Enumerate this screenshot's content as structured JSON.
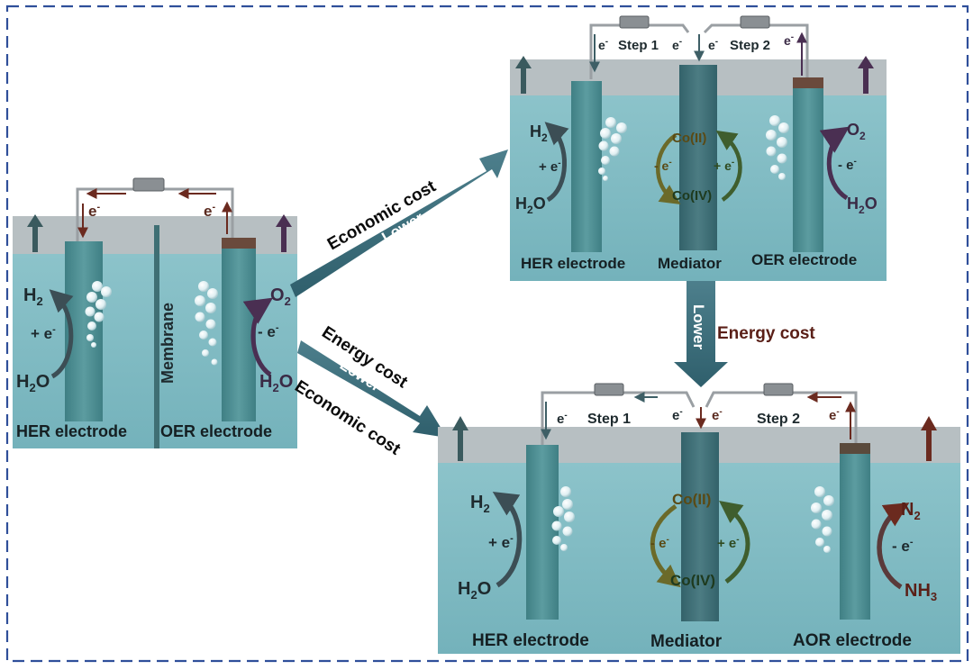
{
  "colors": {
    "frame_dash": "#2f4f9a",
    "water": "#7fbcc4",
    "water_dark": "#6aa9b3",
    "air": "#b4bcbf",
    "electrode": "#4e8e92",
    "electrode_cap": "#6a4a3c",
    "mediator": "#3e6d73",
    "wire": "#9a9fa3",
    "arrow_big": "#3f6f7c",
    "electron_red": "#6b2a1f",
    "oer_purple": "#4a2f52",
    "co_olive": "#6b6a2a",
    "co_green": "#3f5e2e"
  },
  "panel_a": {
    "electron_left": "e",
    "electron_right": "e",
    "membrane": "Membrane",
    "h2": "H",
    "h2_sub": "2",
    "plus_e": "+ e",
    "h2o_left": "H",
    "h2o_left_sub": "2",
    "h2o_left_tail": "O",
    "o2": "O",
    "o2_sub": "2",
    "minus_e": "- e",
    "h2o_right": "H",
    "h2o_right_sub": "2",
    "h2o_right_tail": "O",
    "her_label": "HER electrode",
    "oer_label": "OER electrode"
  },
  "panel_b": {
    "e_left": "e",
    "step1": "Step 1",
    "e_mid_left": "e",
    "e_mid_right": "e",
    "step2": "Step 2",
    "e_right": "e",
    "h2": "H",
    "h2_sub": "2",
    "plus_e_left": "+ e",
    "h2o": "H",
    "h2o_sub": "2",
    "h2o_tail": "O",
    "co2": "Co(II)",
    "minus_e_mid": "- e",
    "plus_e_mid": "+ e",
    "co4": "Co(IV)",
    "o2": "O",
    "o2_sub": "2",
    "minus_e_right": "- e",
    "h2o_right": "H",
    "h2o_right_sub": "2",
    "h2o_right_tail": "O",
    "her_label": "HER electrode",
    "mediator_label": "Mediator",
    "oer_label": "OER electrode"
  },
  "panel_c": {
    "e_left": "e",
    "step1": "Step 1",
    "e_mid_left": "e",
    "e_mid_right": "e",
    "step2": "Step 2",
    "e_right": "e",
    "h2": "H",
    "h2_sub": "2",
    "plus_e_left": "+ e",
    "h2o": "H",
    "h2o_sub": "2",
    "h2o_tail": "O",
    "co2": "Co(II)",
    "minus_e_mid": "- e",
    "plus_e_mid": "+ e",
    "co4": "Co(IV)",
    "n2": "N",
    "n2_sub": "2",
    "minus_e_right": "- e",
    "nh3": "NH",
    "nh3_sub": "3",
    "her_label": "HER electrode",
    "mediator_label": "Mediator",
    "aor_label": "AOR electrode"
  },
  "arrows": {
    "upper_cost": "Economic cost",
    "upper_lower": "Lower",
    "lower_energy": "Energy cost",
    "lower_lower": "Lower",
    "lower_economic": "Economic cost",
    "vertical_lower": "Lower",
    "vertical_energy": "Energy cost"
  },
  "superscript_minus": "-"
}
